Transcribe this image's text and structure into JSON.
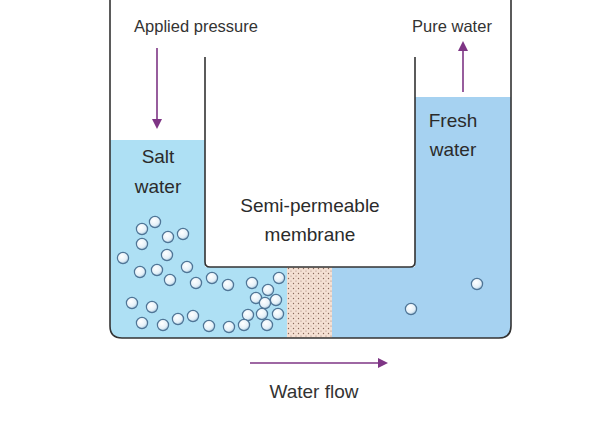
{
  "diagram": {
    "nodes": [
      {
        "text": [
          "Salt water"
        ]
      },
      {
        "text": [
          "Semi-permeable membrane"
        ]
      },
      {
        "text": [
          "Fresh water"
        ]
      }
    ],
    "labels": [
      "Applied pressure",
      "Pure water",
      "Water flow"
    ]
  }
}
